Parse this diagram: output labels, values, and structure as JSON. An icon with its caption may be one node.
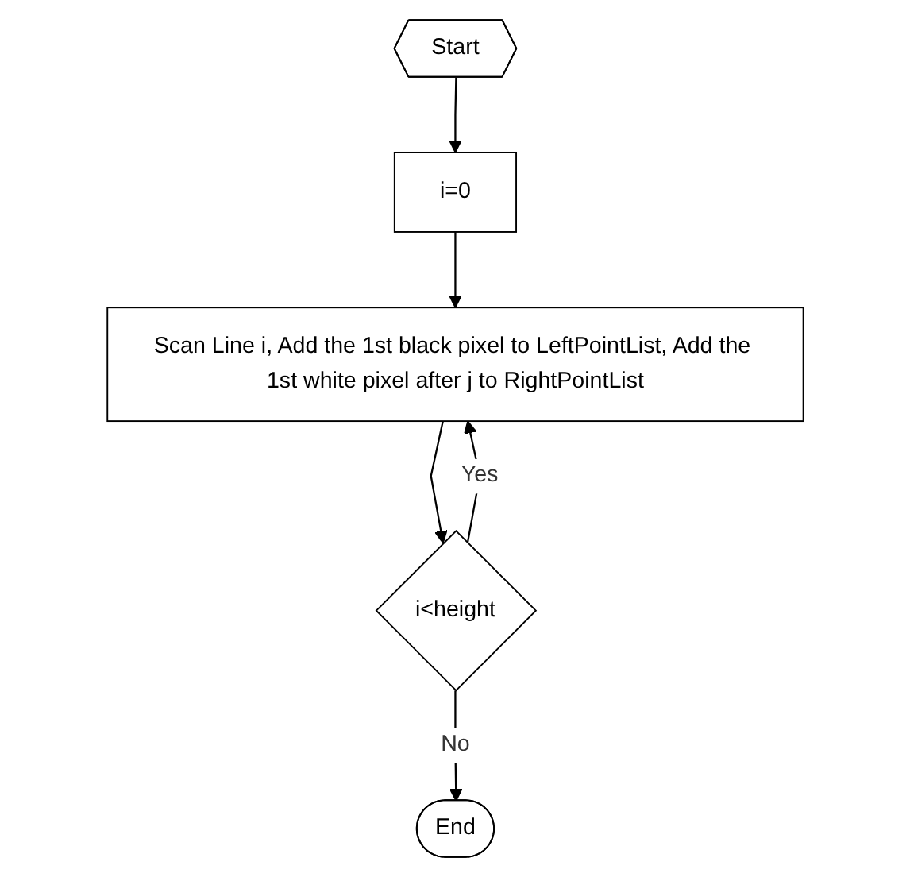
{
  "diagram": {
    "nodes": [
      {
        "text": [
          "Start"
        ]
      },
      {
        "text": [
          "i=0"
        ]
      },
      {
        "text": [
          "Scan Line i, Add the 1st black pixel to LeftPointList, Add the 1st white pixel after j to RightPointList"
        ]
      },
      {
        "text": [
          "i<height"
        ]
      },
      {
        "text": [
          "End"
        ]
      }
    ],
    "edges": [
      {
        "from": 0,
        "to": 1,
        "arrow": "to"
      },
      {
        "from": 1,
        "to": 2,
        "arrow": "to"
      },
      {
        "from": 2,
        "to": 3,
        "arrow": "to"
      },
      {
        "from": 3,
        "to": 2,
        "arrow": "to",
        "label": "Yes"
      },
      {
        "from": 3,
        "to": 4,
        "arrow": "to",
        "label": "No"
      }
    ]
  }
}
